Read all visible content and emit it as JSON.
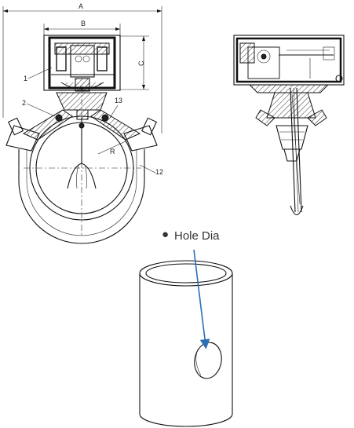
{
  "front_view": {
    "dimension_labels": {
      "overall_width": "A",
      "inner_width": "B",
      "height": "C",
      "radius": "R"
    },
    "part_callouts": [
      "1",
      "2",
      "13",
      "12"
    ]
  },
  "hole_detail": {
    "caption": "Hole Dia",
    "bullet": "●",
    "arrow_color": "#2b6fb5"
  }
}
